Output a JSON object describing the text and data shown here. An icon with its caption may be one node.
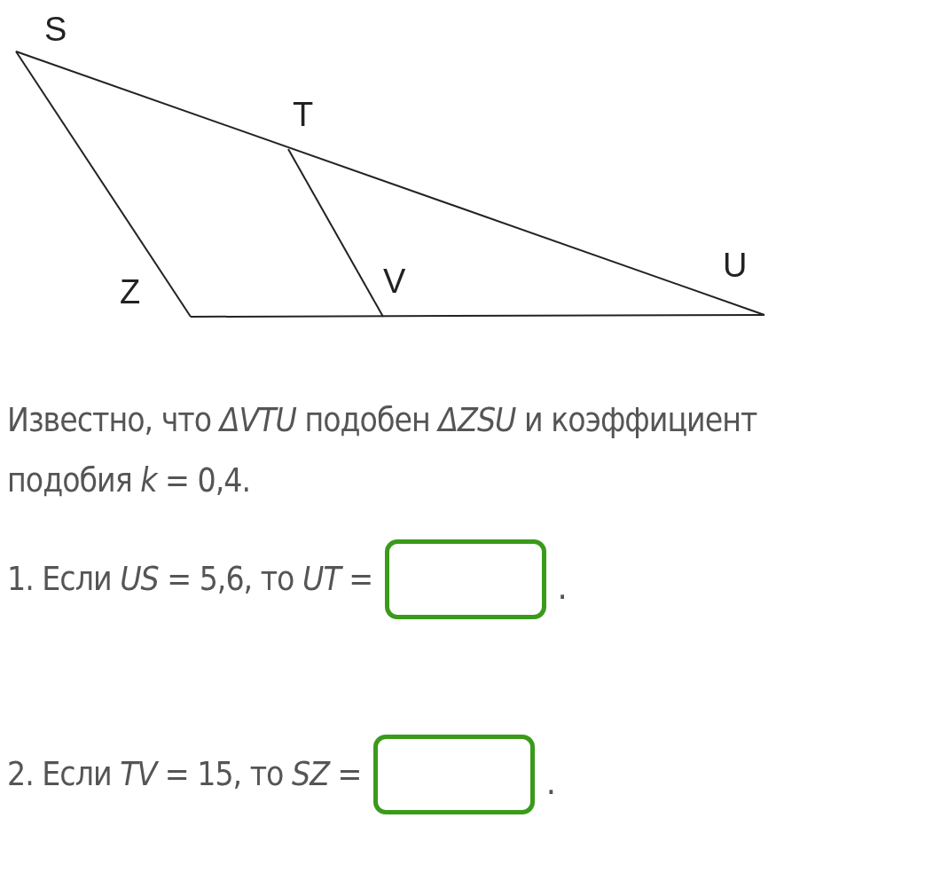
{
  "diagram": {
    "labels": [
      "S",
      "T",
      "Z",
      "V",
      "U",
      "Известно, что *ΔVTU* подобен *ΔZSU* и коэффициент подобия *k* = 0,4.",
      "1. Если *US* = 5,6, то *UT* =",
      ".",
      "2. Если *TV* = 15, то *SZ* =",
      "."
    ]
  }
}
